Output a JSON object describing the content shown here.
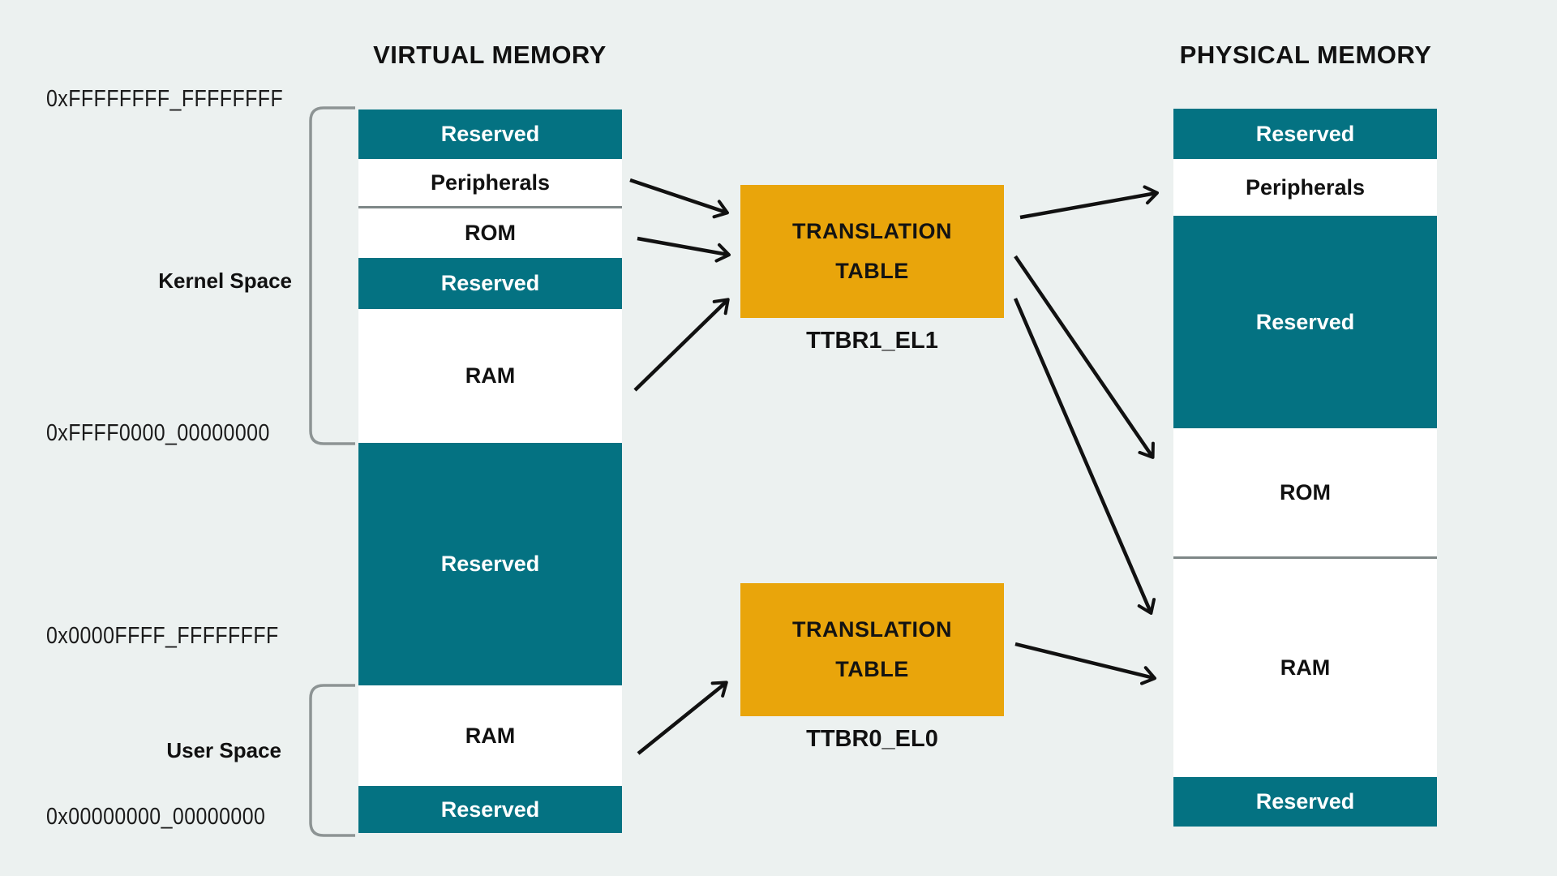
{
  "titles": {
    "virtual": "VIRTUAL MEMORY",
    "physical": "PHYSICAL MEMORY"
  },
  "side_labels": {
    "addr_top": "0xFFFFFFFF_FFFFFFFF",
    "kernel_space": "Kernel Space",
    "addr_kernel_base": "0xFFFF0000_00000000",
    "addr_user_top": "0x0000FFFF_FFFFFFFF",
    "user_space": "User Space",
    "addr_bottom": "0x00000000_00000000"
  },
  "virtual_blocks": [
    {
      "label": "Reserved",
      "type": "reserved"
    },
    {
      "label": "Peripherals",
      "type": "normal"
    },
    {
      "label": "ROM",
      "type": "normal"
    },
    {
      "label": "Reserved",
      "type": "reserved"
    },
    {
      "label": "RAM",
      "type": "normal"
    },
    {
      "label": "Reserved",
      "type": "reserved"
    },
    {
      "label": "RAM",
      "type": "normal"
    },
    {
      "label": "Reserved",
      "type": "reserved"
    }
  ],
  "physical_blocks": [
    {
      "label": "Reserved",
      "type": "reserved"
    },
    {
      "label": "Peripherals",
      "type": "normal"
    },
    {
      "label": "Reserved",
      "type": "reserved"
    },
    {
      "label": "ROM",
      "type": "normal"
    },
    {
      "label": "RAM",
      "type": "normal"
    },
    {
      "label": "Reserved",
      "type": "reserved"
    }
  ],
  "translation_tables": {
    "ttbr1": {
      "line1": "TRANSLATION",
      "line2": "TABLE",
      "register": "TTBR1_EL1"
    },
    "ttbr0": {
      "line1": "TRANSLATION",
      "line2": "TABLE",
      "register": "TTBR0_EL0"
    }
  },
  "colors": {
    "teal": "#047282",
    "orange": "#E9A50B",
    "background": "#ECF1F0",
    "arrow_black": "#111111",
    "bracket_gray": "#8D9494",
    "divider_gray": "#7E8787",
    "text_on_teal": "#FFFFFF"
  }
}
